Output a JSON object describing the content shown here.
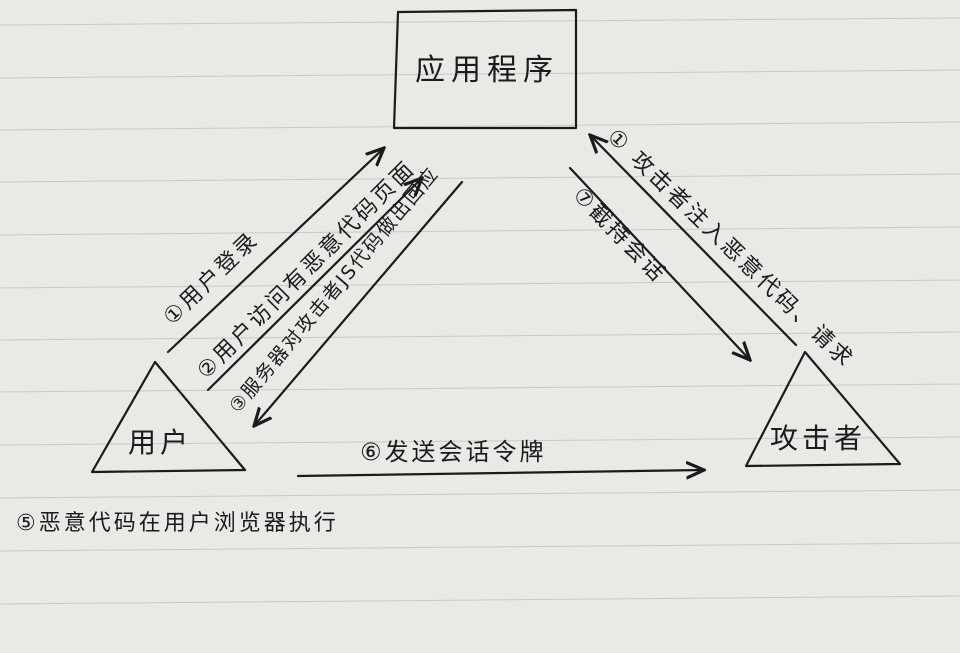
{
  "nodes": {
    "application": "应用程序",
    "user": "用户",
    "attacker": "攻击者"
  },
  "steps": {
    "s1_login": "①用户登录",
    "s2_visit": "②用户访问有恶意代码页面",
    "s3_response": "③服务器对攻击者JS代码做出回应",
    "s4_attacker_inject": "① 攻击者注入恶意代码、请求",
    "s5_hijack": "⑦截持会话",
    "s6_send_token": "⑥发送会话令牌",
    "s7_execute": "⑤恶意代码在用户浏览器执行"
  },
  "colors": {
    "ink": "#1b1b1b",
    "paper": "#e9e9e6",
    "rule": "#c9c9c7"
  }
}
